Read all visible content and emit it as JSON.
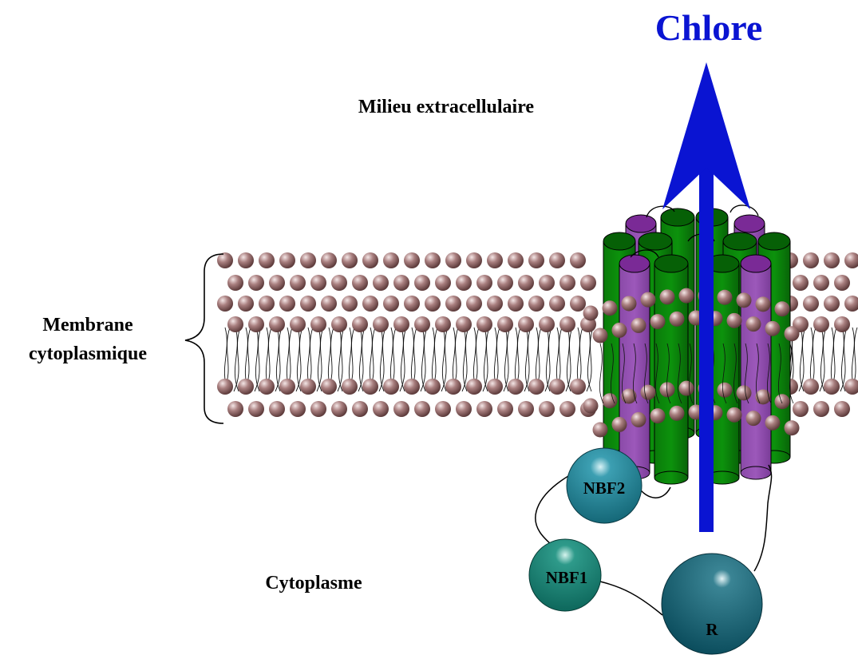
{
  "title": "Chlore",
  "labels": {
    "extracellular": "Milieu extracellulaire",
    "membrane_line1": "Membrane",
    "membrane_line2": "cytoplasmique",
    "cytoplasm": "Cytoplasme"
  },
  "domains": {
    "nbf1": "NBF1",
    "nbf2": "NBF2",
    "r": "R"
  },
  "colors": {
    "arrow": "#0a14d2",
    "lipid_head": "#9a6f6f",
    "helix_green": "#0a8a0a",
    "helix_green_top": "#066006",
    "helix_purple": "#9650b4",
    "helix_purple_top": "#7a2a96",
    "nbf1": "#147a6e",
    "nbf2": "#1e8296",
    "r": "#0e5a6e"
  }
}
